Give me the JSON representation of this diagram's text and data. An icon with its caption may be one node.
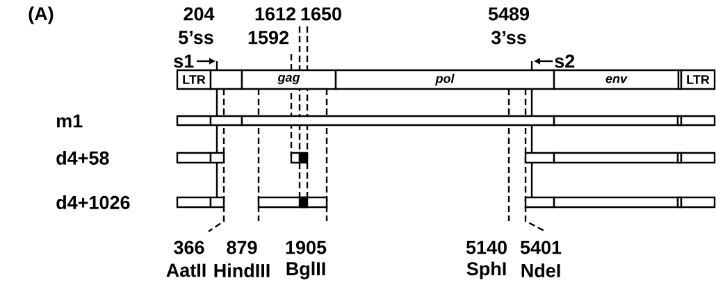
{
  "diagram": {
    "nodes": [
      {
        "text": [
          "LTR"
        ]
      },
      {
        "text": [],
        "shape": "box"
      },
      {
        "text": [
          "gag"
        ]
      },
      {
        "text": [
          "pol"
        ]
      },
      {
        "text": [
          "env"
        ]
      },
      {
        "text": [],
        "shape": "box"
      },
      {
        "text": [
          "LTR"
        ]
      }
    ],
    "labels": [
      "(A)",
      "204",
      "1612",
      "1650",
      "5489",
      "5’ss",
      "1592",
      "3’ss",
      "s1",
      "s2",
      "m1",
      "d4+58",
      "d4+1026",
      "366",
      "879",
      "1905",
      "5140",
      "5401",
      "AatII",
      "HindIII",
      "BglII",
      "SphI",
      "NdeI"
    ]
  }
}
